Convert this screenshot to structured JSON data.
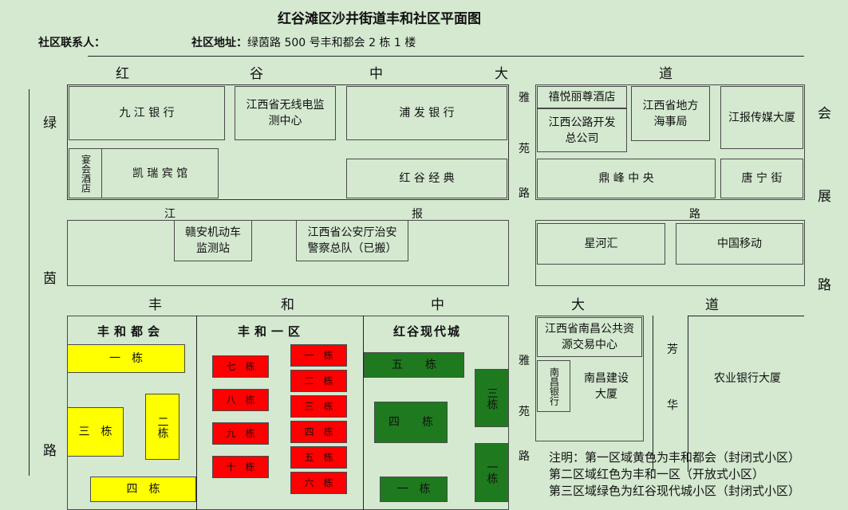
{
  "title": "红谷滩区沙井街道丰和社区平面图",
  "contact_label": "社区联系人：",
  "address_label": "社区地址：",
  "address_value": "绿茵路 500 号丰和都会 2 栋 1 楼",
  "roads": {
    "honggu": [
      "红",
      "谷",
      "中",
      "大",
      "道"
    ],
    "lvyin": [
      "绿",
      "茵",
      "路"
    ],
    "huizhan": [
      "会",
      "展",
      "路"
    ],
    "yayuan": [
      "雅",
      "苑",
      "路"
    ],
    "jiangbao": [
      "江",
      "报",
      "路"
    ],
    "fenghe": [
      "丰",
      "和",
      "中",
      "大",
      "道"
    ],
    "yayuan2": [
      "雅",
      "苑",
      "路"
    ],
    "fanghua": [
      "芳",
      "华"
    ]
  },
  "buildings": {
    "jiujiang_bank": "九 江 银 行",
    "radio_center": "江西省无线电监\n测中心",
    "pufa_bank": "浦 发 银 行",
    "huiyue_hotel": "禧悦丽尊酒店",
    "jx_highway": "江西公路开发\n总公司",
    "maritime": "江西省地方\n海事局",
    "jiangbao_media": "江报传媒大厦",
    "yanhui_hotel": "宴会酒店",
    "kairui_hotel": "凯 瑞 宾 馆",
    "honggu_classic": "红 谷 经 典",
    "dingfeng": "鼎 峰 中 央",
    "tangning": "唐 宁 街",
    "ganan_vehicle": "赣安机动车\n监测站",
    "police": "江西省公安厅治安\n警察总队（已搬）",
    "xinghe": "星河汇",
    "china_mobile": "中国移动",
    "resource_center": "江西省南昌公共资\n源交易中心",
    "nanchang_bank": "南昌银行",
    "nc_construction": "南昌建设\n大厦",
    "agri_bank": "农业银行大厦"
  },
  "zones": {
    "fenghe_duhui": "丰和都会",
    "fenghe_yiqu": "丰和一区",
    "honggu_modern": "红谷现代城"
  },
  "units": {
    "y1": "一　栋",
    "y2": "二栋",
    "y3": "三　栋",
    "y4": "四　栋",
    "r1": "一　栋",
    "r2": "二　栋",
    "r3": "三　栋",
    "r4": "四　栋",
    "r5": "五　栋",
    "r6": "六　栋",
    "r7": "七　栋",
    "r8": "八　栋",
    "r9": "九　栋",
    "r10": "十　栋",
    "g1": "一　栋",
    "g2": "一栋",
    "g3": "三栋",
    "g4": "四　　栋",
    "g5": "五　　栋"
  },
  "notes": "注明：第一区域黄色为丰和都会（封闭式小区）\n第二区域红色为丰和一区（开放式小区）\n第三区域绿色为红谷现代城小区（封闭式小区）",
  "colors": {
    "background": "#d4e9d0",
    "zone1": "#ffff00",
    "zone2": "#ff0000",
    "zone3": "#1f7a1f"
  }
}
